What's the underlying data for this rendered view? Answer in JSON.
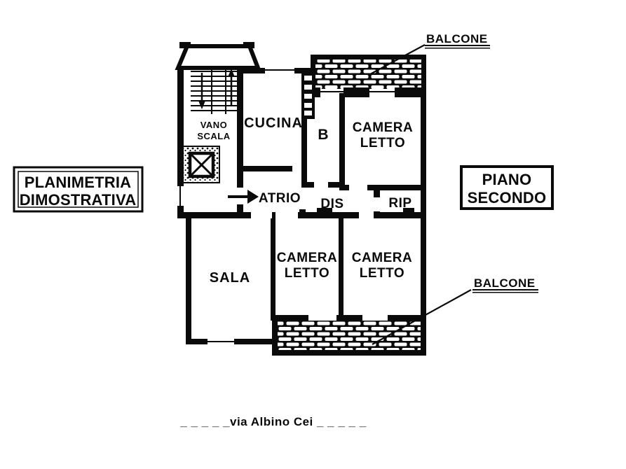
{
  "colors": {
    "ink": "#0a0a0a",
    "paper": "#ffffff"
  },
  "left_label_box": {
    "line1": "PLANIMETRIA",
    "line2": "DIMOSTRATIVA"
  },
  "right_label_box": {
    "line1": "PIANO",
    "line2": "SECONDO"
  },
  "plan": {
    "rooms": {
      "vano_scala": {
        "line1": "VANO",
        "line2": "SCALA"
      },
      "cucina": {
        "label": "CUCINA"
      },
      "bagno": {
        "label": "B"
      },
      "camera_letto_top": {
        "line1": "CAMERA",
        "line2": "LETTO"
      },
      "atrio": {
        "label": "ATRIO"
      },
      "disimpegno": {
        "label": "DIS"
      },
      "ripostiglio": {
        "label": "RIP"
      },
      "sala": {
        "label": "SALA"
      },
      "camera_letto_mid": {
        "line1": "CAMERA",
        "line2": "LETTO"
      },
      "camera_letto_right": {
        "line1": "CAMERA",
        "line2": "LETTO"
      }
    },
    "balconies": {
      "top_label": "BALCONE",
      "bottom_label": "BALCONE"
    },
    "icons": {
      "entrance_arrow": "right-arrow",
      "stairs_up": "up-arrow",
      "stairs_down": "down-arrow",
      "elevator": "crossed-box"
    }
  },
  "footer": {
    "street_label": "_ _ _ _ _via Albino Cei _ _ _ _ _"
  }
}
